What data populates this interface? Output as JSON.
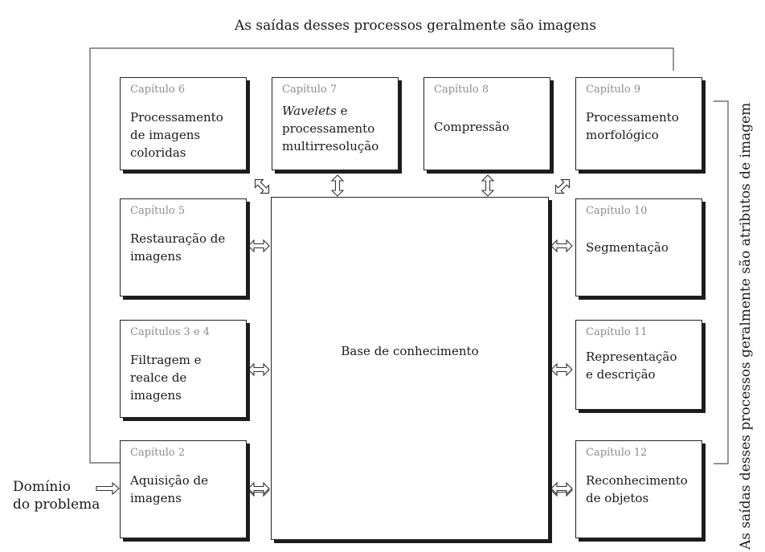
{
  "top_label": "As saídas desses processos geralmente são imagens",
  "side_label": "As saídas desses processos geralmente são atributos de imagem",
  "domain_label": [
    "Domínio",
    "do problema"
  ],
  "knowledge_base": "Base de conhecimento",
  "boxes": [
    {
      "id": "ch6",
      "chapter": "Capítulo 6",
      "lines": [
        "Processamento",
        "de imagens",
        "coloridas"
      ]
    },
    {
      "id": "ch7",
      "chapter": "Capítulo 7",
      "lines": [
        "e",
        "processamento",
        "multirresolução"
      ],
      "italic_prefix": "Wavelets"
    },
    {
      "id": "ch8",
      "chapter": "Capítulo 8",
      "lines": [
        "Compressão"
      ]
    },
    {
      "id": "ch9",
      "chapter": "Capítulo 9",
      "lines": [
        "Processamento",
        "morfológico"
      ]
    },
    {
      "id": "ch5",
      "chapter": "Capítulo 5",
      "lines": [
        "Restauração de",
        "imagens"
      ]
    },
    {
      "id": "ch10",
      "chapter": "Capítulo 10",
      "lines": [
        "Segmentação"
      ]
    },
    {
      "id": "ch34",
      "chapter": "Capítulos 3 e 4",
      "lines": [
        "Filtragem e",
        "realce de",
        "imagens"
      ]
    },
    {
      "id": "ch11",
      "chapter": "Capítulo 11",
      "lines": [
        "Representação",
        "e descrição"
      ]
    },
    {
      "id": "ch2",
      "chapter": "Capítulo 2",
      "lines": [
        "Aquisição de",
        "imagens"
      ]
    },
    {
      "id": "ch12",
      "chapter": "Capítulo 12",
      "lines": [
        "Reconhecimento",
        "de objetos"
      ]
    }
  ]
}
